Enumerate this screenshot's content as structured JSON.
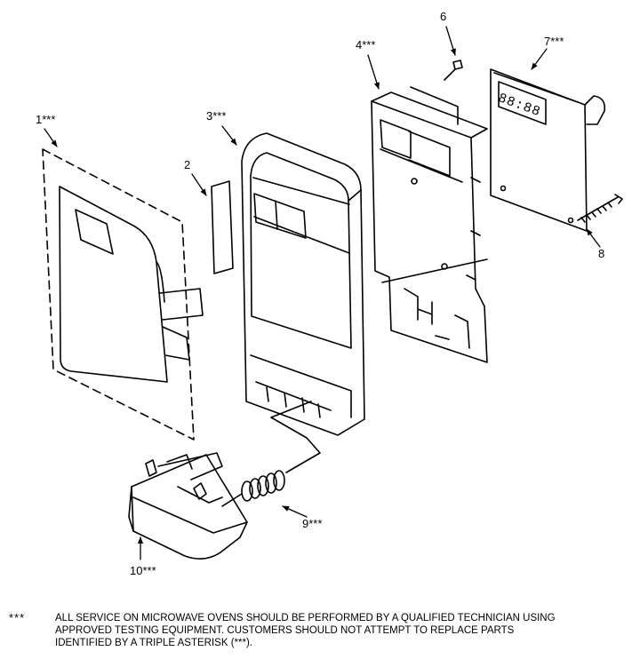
{
  "callouts": {
    "c1": "1***",
    "c2": "2",
    "c3": "3***",
    "c4": "4***",
    "c6": "6",
    "c7": "7***",
    "c8": "8",
    "c9": "9***",
    "c10": "10***"
  },
  "clock_display": "88:88",
  "note": {
    "mark": "***",
    "line1": "ALL SERVICE ON MICROWAVE OVENS SHOULD BE PERFORMED BY A  QUALIFIED TECHNICIAN USING",
    "line2": "APPROVED TESTING EQUIPMENT.  CUSTOMERS SHOULD NOT ATTEMPT TO REPLACE PARTS",
    "line3": "IDENTIFIED BY A TRIPLE ASTERISK (***)."
  }
}
